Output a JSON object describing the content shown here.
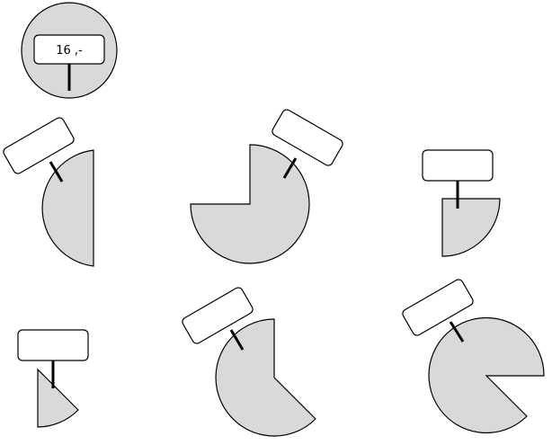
{
  "example": {
    "sign_text": "16 ,-"
  },
  "exercises": [
    {
      "id": "half-circle",
      "sign_text": ""
    },
    {
      "id": "three-quarter-circle",
      "sign_text": ""
    },
    {
      "id": "quarter-circle",
      "sign_text": ""
    },
    {
      "id": "small-sector",
      "sign_text": ""
    },
    {
      "id": "five-eighths-circle",
      "sign_text": ""
    },
    {
      "id": "seven-eighths-circle",
      "sign_text": ""
    }
  ],
  "colors": {
    "fill": "#d9d9d9",
    "stroke": "#000000",
    "sign": "#ffffff"
  }
}
